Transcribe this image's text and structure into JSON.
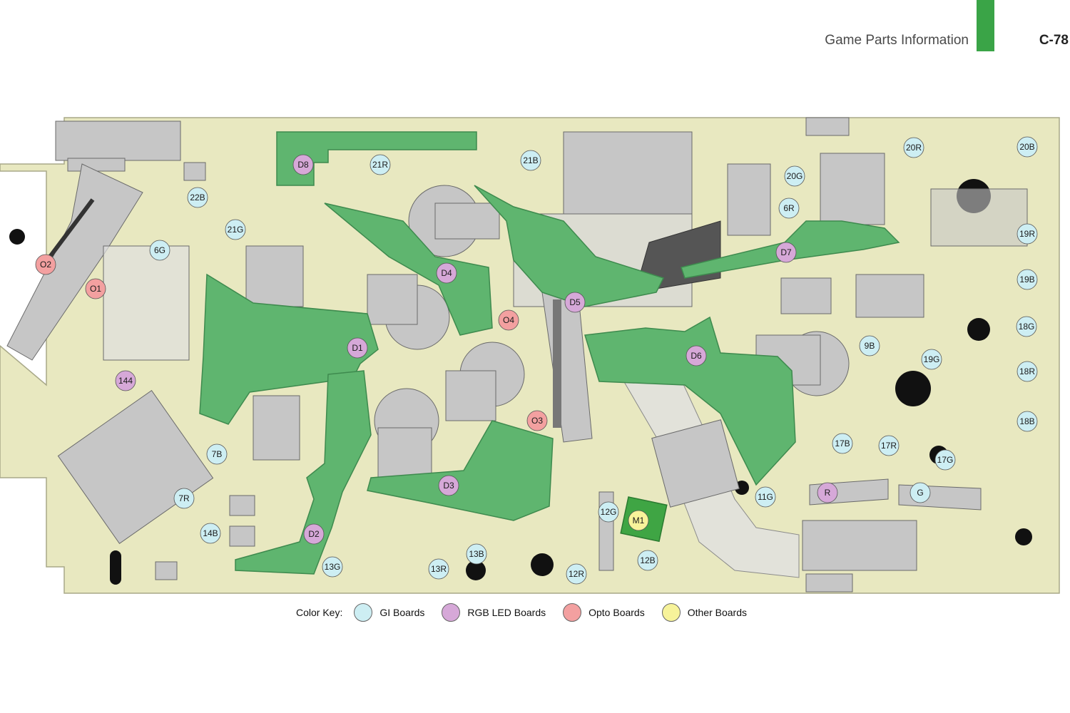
{
  "header": {
    "title": "Game Parts Information",
    "page": "C-78",
    "accent_color": "#3aa447"
  },
  "colors": {
    "playfield": "#e8e8c0",
    "pcb": "#5fb56f",
    "pcb_dark": "#3e8a4e",
    "mech": "#c6c6c6",
    "mech_dark": "#6a6a6a",
    "gi": "#cdeef3",
    "rgb": "#d6a8d8",
    "opto": "#f3a0a0",
    "other": "#f7f39a"
  },
  "markers": [
    {
      "id": "O2",
      "type": "opto"
    },
    {
      "id": "O1",
      "type": "opto"
    },
    {
      "id": "O4",
      "type": "opto"
    },
    {
      "id": "O3",
      "type": "opto"
    },
    {
      "id": "D8",
      "type": "rgb"
    },
    {
      "id": "D4",
      "type": "rgb"
    },
    {
      "id": "D5",
      "type": "rgb"
    },
    {
      "id": "D1",
      "type": "rgb"
    },
    {
      "id": "D6",
      "type": "rgb"
    },
    {
      "id": "D7",
      "type": "rgb"
    },
    {
      "id": "D3",
      "type": "rgb"
    },
    {
      "id": "D2",
      "type": "rgb"
    },
    {
      "id": "144",
      "type": "rgb"
    },
    {
      "id": "R",
      "type": "rgb"
    },
    {
      "id": "M1",
      "type": "other"
    },
    {
      "id": "22B",
      "type": "gi"
    },
    {
      "id": "6G",
      "type": "gi"
    },
    {
      "id": "21G",
      "type": "gi"
    },
    {
      "id": "21R",
      "type": "gi"
    },
    {
      "id": "21B",
      "type": "gi"
    },
    {
      "id": "20G",
      "type": "gi"
    },
    {
      "id": "6R",
      "type": "gi"
    },
    {
      "id": "20R",
      "type": "gi"
    },
    {
      "id": "20B",
      "type": "gi"
    },
    {
      "id": "19R",
      "type": "gi"
    },
    {
      "id": "19B",
      "type": "gi"
    },
    {
      "id": "18G",
      "type": "gi"
    },
    {
      "id": "9B",
      "type": "gi"
    },
    {
      "id": "19G",
      "type": "gi"
    },
    {
      "id": "18R",
      "type": "gi"
    },
    {
      "id": "18B",
      "type": "gi"
    },
    {
      "id": "17B",
      "type": "gi"
    },
    {
      "id": "17R",
      "type": "gi"
    },
    {
      "id": "17G",
      "type": "gi"
    },
    {
      "id": "G",
      "type": "gi"
    },
    {
      "id": "11G",
      "type": "gi"
    },
    {
      "id": "7B",
      "type": "gi"
    },
    {
      "id": "7R",
      "type": "gi"
    },
    {
      "id": "14B",
      "type": "gi"
    },
    {
      "id": "12G",
      "type": "gi"
    },
    {
      "id": "12B",
      "type": "gi"
    },
    {
      "id": "13B",
      "type": "gi"
    },
    {
      "id": "13G",
      "type": "gi"
    },
    {
      "id": "13R",
      "type": "gi"
    },
    {
      "id": "12R",
      "type": "gi"
    }
  ],
  "legend": {
    "title": "Color Key:",
    "items": [
      {
        "label": "GI Boards",
        "color": "#cdeef3"
      },
      {
        "label": "RGB LED Boards",
        "color": "#d6a8d8"
      },
      {
        "label": "Opto Boards",
        "color": "#f3a0a0"
      },
      {
        "label": "Other Boards",
        "color": "#f7f39a"
      }
    ]
  }
}
